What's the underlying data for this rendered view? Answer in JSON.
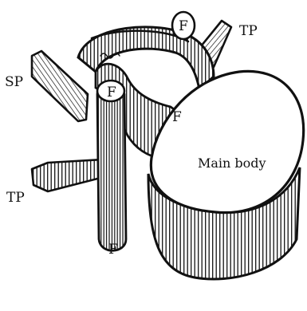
{
  "labels": {
    "tp_top": "TP",
    "sp": "SP",
    "tp_left": "TP",
    "f_top": "F",
    "f_inner": "F",
    "f_mid": "F",
    "f_bottom": "F",
    "main_body": "Main body"
  },
  "colors": {
    "ink": "#111111",
    "paper": "#ffffff"
  }
}
